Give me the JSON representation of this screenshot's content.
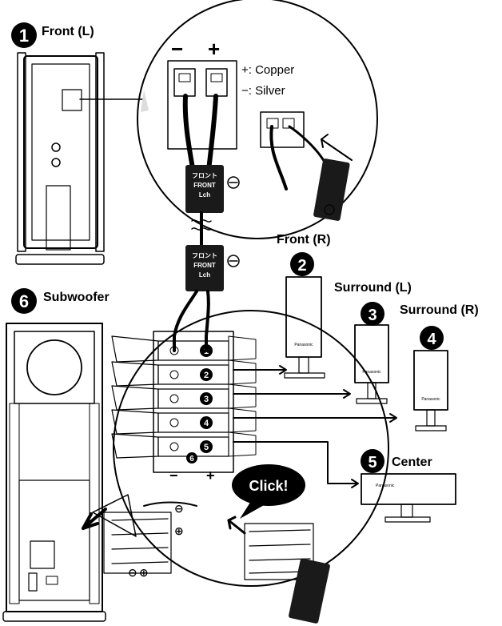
{
  "labels": {
    "step1": "1",
    "front_l": "Front (L)",
    "step2": "2",
    "front_r": "Front (R)",
    "step3": "3",
    "surround_l": "Surround (L)",
    "step4": "4",
    "surround_r": "Surround (R)",
    "step5": "5",
    "center": "Center",
    "step6": "6",
    "subwoofer": "Subwoofer",
    "click": "Click!"
  },
  "polarity": {
    "minus": "−",
    "plus": "+",
    "legend_plus": "+: Copper",
    "legend_minus": "−: Silver",
    "minus_circle": "⊖",
    "plus_circle": "⊕"
  },
  "cable_tag": {
    "line1": "フロント",
    "line2": "FRONT",
    "line3": "Lch"
  },
  "terminal_numbers": [
    "1",
    "2",
    "3",
    "4",
    "5",
    "6"
  ],
  "brand_mark": "Panasonic",
  "colors": {
    "ink": "#000000",
    "panel": "#d9d9d9",
    "light": "#efefef",
    "mid": "#bdbdbd",
    "dark": "#7a7a7a"
  }
}
